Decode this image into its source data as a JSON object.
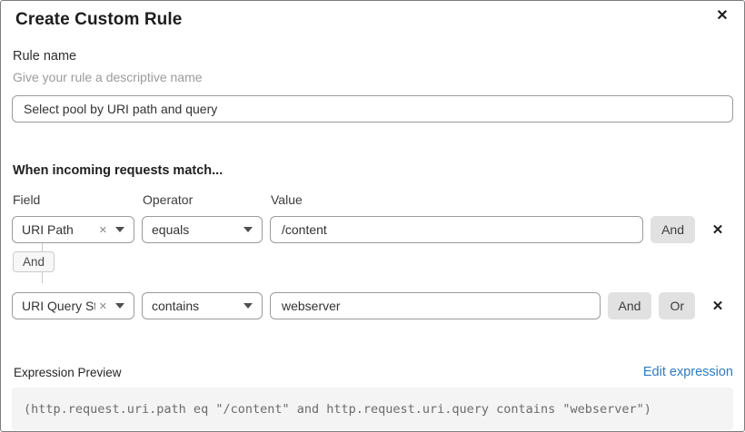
{
  "dialog": {
    "title": "Create Custom Rule"
  },
  "icons": {
    "close": "✕",
    "clear": "✕",
    "remove": "✕"
  },
  "rule_name": {
    "label": "Rule name",
    "helper": "Give your rule a descriptive name",
    "value": "Select pool by URI path and query"
  },
  "match": {
    "heading": "When incoming requests match...",
    "columns": {
      "field": "Field",
      "operator": "Operator",
      "value": "Value"
    },
    "connector": "And",
    "rows": [
      {
        "field": "URI Path",
        "operator": "equals",
        "value": "/content",
        "buttons": {
          "and": "And"
        }
      },
      {
        "field": "URI Query St...",
        "operator": "contains",
        "value": "webserver",
        "buttons": {
          "and": "And",
          "or": "Or"
        }
      }
    ]
  },
  "expression": {
    "label": "Expression Preview",
    "edit_link": "Edit expression",
    "code": "(http.request.uri.path eq \"/content\" and http.request.uri.query contains \"webserver\")"
  },
  "colors": {
    "link_blue": "#2f7bbf",
    "button_gray": "#e1e1e1",
    "code_bg": "#f4f4f4",
    "border_gray": "#9b9b9b"
  }
}
